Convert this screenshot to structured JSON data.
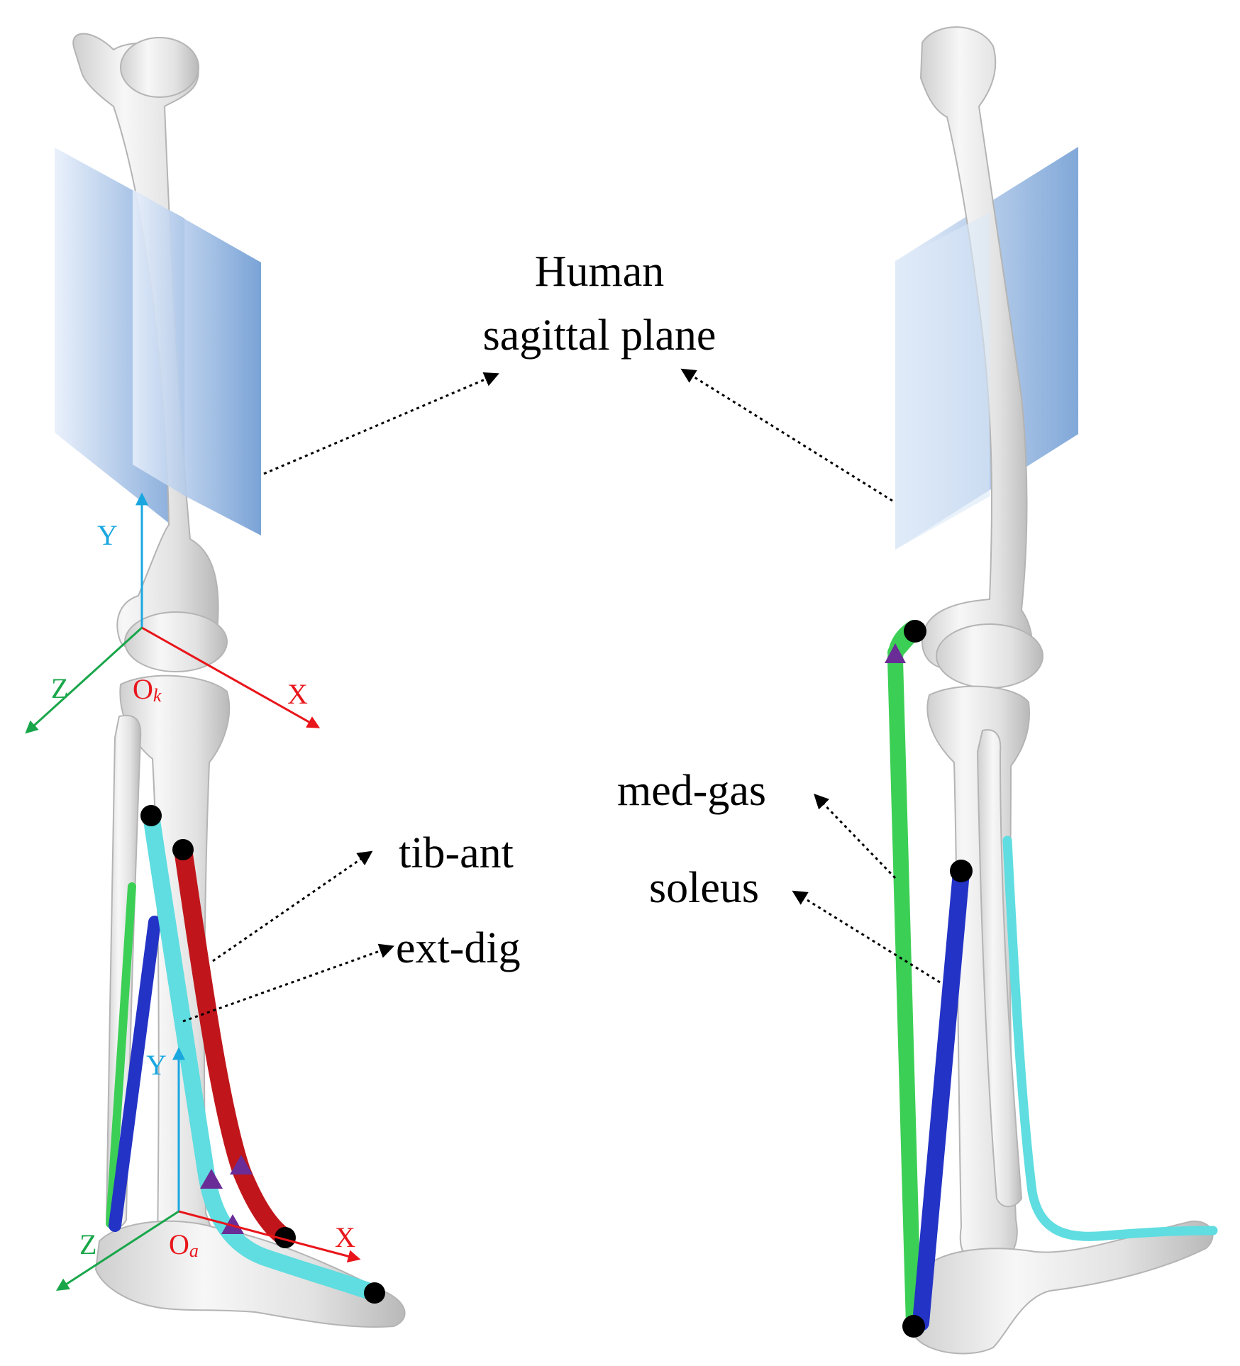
{
  "labels": {
    "sagittal_line1": "Human",
    "sagittal_line2": "sagittal plane",
    "tib_ant": "tib-ant",
    "ext_dig": "ext-dig",
    "med_gas": "med-gas",
    "soleus": "soleus"
  },
  "knee_axes": {
    "y": "Y",
    "x": "X",
    "z": "Z",
    "origin": "O",
    "origin_sub": "k"
  },
  "ankle_axes": {
    "y": "Y",
    "x": "X",
    "z": "Z",
    "origin": "O",
    "origin_sub": "a"
  },
  "colors": {
    "bone": "#ebebeb",
    "bone_edge": "#b4b4b4",
    "plane_light": "#d4e4f6",
    "plane_dark": "#6d9bd3",
    "axis_y": "#1aa7e0",
    "axis_x": "#e8161b",
    "axis_z": "#19a64a",
    "tib_ant": "#c0161b",
    "ext_dig": "#5fdde0",
    "med_gas": "#3ccf55",
    "soleus": "#2333c6",
    "attach_point": "#000000",
    "via_point": "#6a2c96"
  }
}
